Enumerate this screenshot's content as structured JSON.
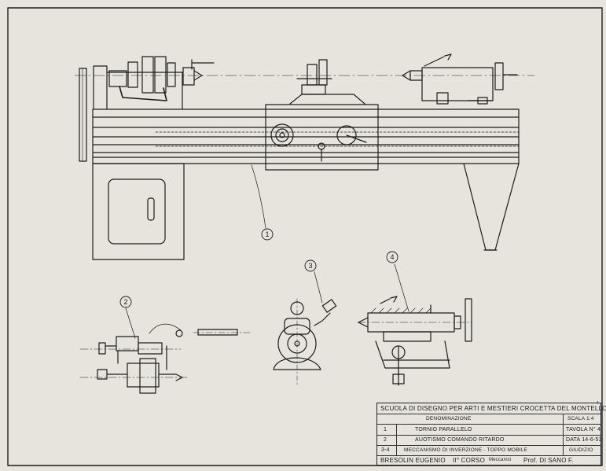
{
  "sheet": {
    "page_number": "4",
    "callouts": [
      "1",
      "2",
      "3",
      "4"
    ]
  },
  "title_block": {
    "school": "SCUOLA DI DISEGNO PER ARTI E MESTIERI CROCETTA DEL MONTELLO",
    "header_label": "DENOMINAZIONE",
    "scale": "SCALA 1:4",
    "table_number": "TAVOLA N° 4",
    "date": "DATA 14-6-53",
    "grade_label": "GIUDIZIO",
    "rows": [
      {
        "id": "1",
        "name": "TORNIO PARALLELO"
      },
      {
        "id": "2",
        "name": "AUOTISMO COMANDO RITARDO"
      },
      {
        "id": "3-4",
        "name": "MECCANISMO DI INVERZIONE - TOPPO MOBILE"
      }
    ],
    "student": "BRESOLIN EUGENIO",
    "course": "II° CORSO",
    "track": "Meccanici",
    "professor": "Prof. DI SANO F."
  }
}
